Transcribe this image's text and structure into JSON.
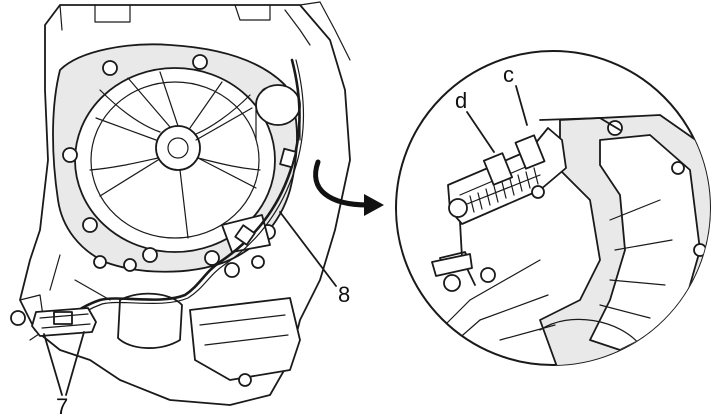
{
  "callouts": {
    "label_7": "7",
    "label_8": "8",
    "label_c": "c",
    "label_d": "d"
  },
  "colors": {
    "line": "#1a1a1a",
    "background": "#ffffff",
    "fill": "#e9e9e9"
  }
}
